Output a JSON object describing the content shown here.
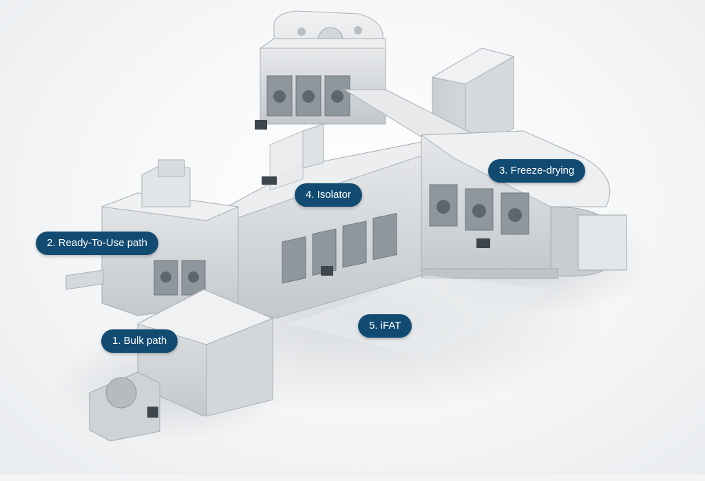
{
  "colors": {
    "hotspot_background": "#124b72",
    "hotspot_text": "#ffffff",
    "machine_metal": "#d8dbde"
  },
  "hotspots": [
    {
      "label": "1. Bulk path"
    },
    {
      "label": "2. Ready-To-Use path"
    },
    {
      "label": "3. Freeze-drying"
    },
    {
      "label": "4. Isolator"
    },
    {
      "label": "5. iFAT"
    }
  ]
}
